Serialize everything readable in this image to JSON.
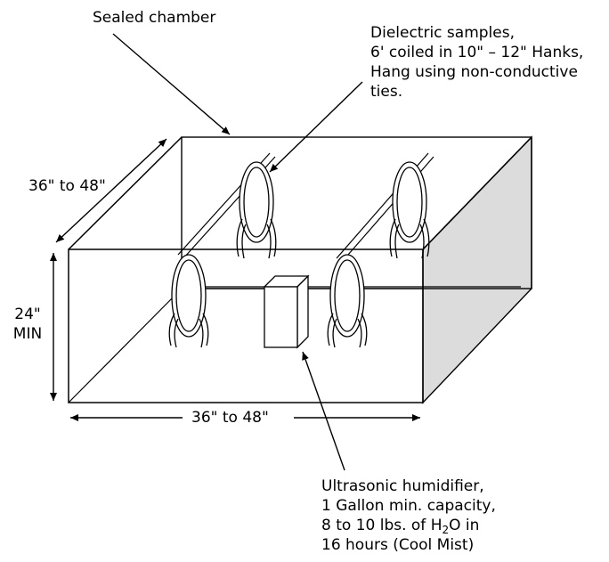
{
  "labels": {
    "sealed_chamber": "Sealed chamber",
    "samples": {
      "line1": "Dielectric samples,",
      "line2": "6' coiled in 10\" – 12\" Hanks,",
      "line3": "Hang using non-conductive",
      "line4": "ties."
    },
    "depth_dim": "36\" to 48\"",
    "height_dim": {
      "line1": "24\"",
      "line2": "MIN"
    },
    "width_dim": "36\" to 48\"",
    "humidifier": {
      "line1": "Ultrasonic humidifier,",
      "line2": "1 Gallon min. capacity,",
      "line3_pre": "8 to 10 lbs. of H",
      "line3_sub": "2",
      "line3_post": "O in",
      "line4": "16 hours (Cool Mist)"
    }
  },
  "colors": {
    "stroke": "#000000",
    "shaded_side": "#dcdcdc",
    "background": "#ffffff"
  }
}
